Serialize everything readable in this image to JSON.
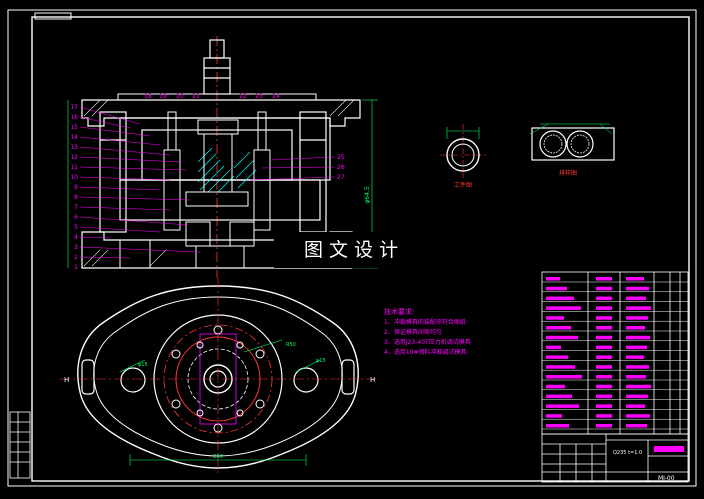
{
  "watermark": "图文设计",
  "section_view": {
    "left_numbers": [
      "17",
      "16",
      "15",
      "14",
      "13",
      "12",
      "11",
      "10",
      "9",
      "8",
      "7",
      "6",
      "5",
      "4",
      "3",
      "2",
      "1"
    ],
    "top_numbers": [
      "18",
      "19",
      "20",
      "21",
      "22",
      "23",
      "24"
    ],
    "right_numbers": [
      "25",
      "26",
      "27"
    ],
    "height_dim": "φ64.5"
  },
  "part_views": {
    "workpiece_label": "工件图",
    "layout_label": "排样图"
  },
  "plan_view": {
    "dim_mid": "R50",
    "dim_left": "φ15",
    "dim_right": "φ15",
    "dim_bottom": "200",
    "marker_left": "H",
    "marker_right": "H"
  },
  "tech_notes": {
    "title": "技术要求:",
    "items": [
      "1、冲裁模具的装配须符合图纸",
      "2、保证模具间隙均匀",
      "3、选用J23-40T压力机调试模具",
      "4、选用10#钢料冲裁调试模具"
    ]
  },
  "title_block": {
    "material": "Q235 t=1.0",
    "drawing_no": "MJ-00"
  },
  "colors": {
    "background": "#000000",
    "frame": "#ffffff",
    "section_line": "#ffffff",
    "leader": "#ff00ff",
    "hatch": "#00ffff",
    "center_line": "#ff3333",
    "dimension": "#00ff66",
    "annotation": "#ff00ff"
  }
}
